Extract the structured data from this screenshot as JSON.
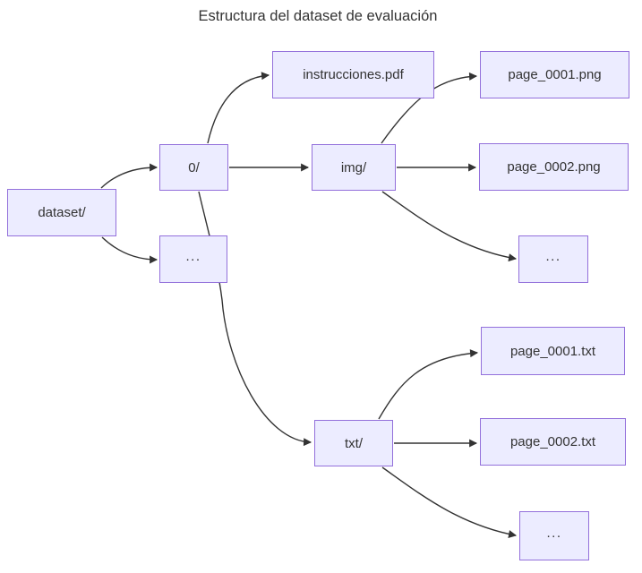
{
  "title": "Estructura del dataset de evaluación",
  "diagram": {
    "type": "flowchart-LR",
    "colors": {
      "node_fill": "#ECECFF",
      "node_border": "#9370DB",
      "edge": "#333333",
      "text": "#333333",
      "background": "#FFFFFF"
    },
    "nodes": {
      "dataset": {
        "label": "dataset/"
      },
      "zero": {
        "label": "0/"
      },
      "dots1": {
        "label": "..."
      },
      "instrucciones": {
        "label": "instrucciones.pdf"
      },
      "img": {
        "label": "img/"
      },
      "png1": {
        "label": "page_0001.png"
      },
      "png2": {
        "label": "page_0002.png"
      },
      "dots2": {
        "label": "..."
      },
      "txt": {
        "label": "txt/"
      },
      "txt1": {
        "label": "page_0001.txt"
      },
      "txt2": {
        "label": "page_0002.txt"
      },
      "dots3": {
        "label": "..."
      }
    },
    "edges": [
      {
        "from": "dataset/",
        "to": "0/"
      },
      {
        "from": "dataset/",
        "to": "..."
      },
      {
        "from": "0/",
        "to": "instrucciones.pdf"
      },
      {
        "from": "0/",
        "to": "img/"
      },
      {
        "from": "0/",
        "to": "txt/"
      },
      {
        "from": "img/",
        "to": "page_0001.png"
      },
      {
        "from": "img/",
        "to": "page_0002.png"
      },
      {
        "from": "img/",
        "to": "..."
      },
      {
        "from": "txt/",
        "to": "page_0001.txt"
      },
      {
        "from": "txt/",
        "to": "page_0002.txt"
      },
      {
        "from": "txt/",
        "to": "..."
      }
    ]
  }
}
